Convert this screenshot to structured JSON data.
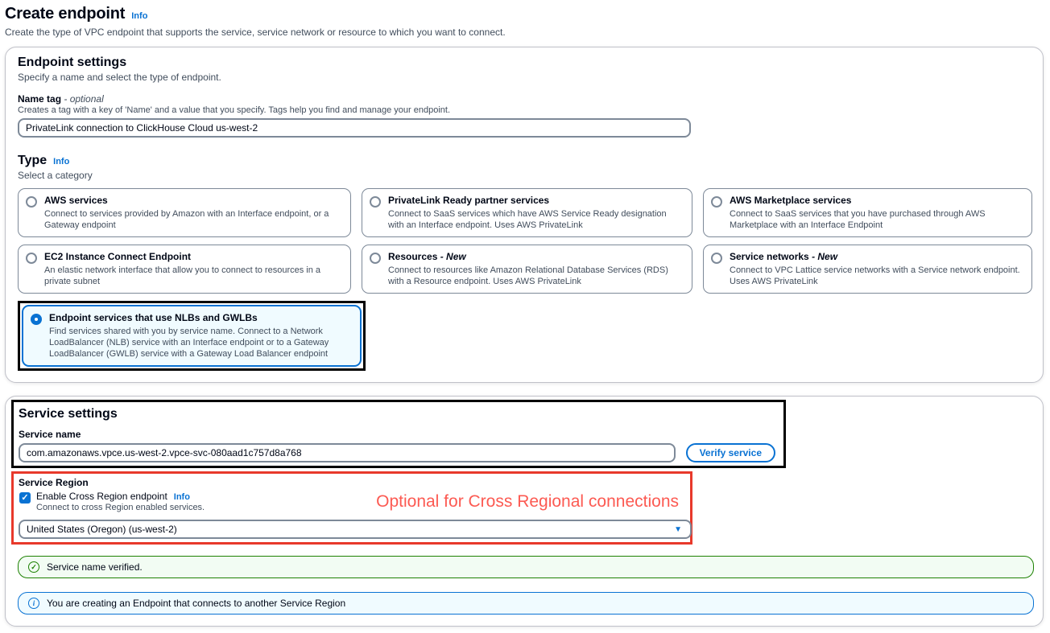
{
  "page": {
    "title": "Create endpoint",
    "title_info": "Info",
    "subtitle": "Create the type of VPC endpoint that supports the service, service network or resource to which you want to connect."
  },
  "endpoint_settings": {
    "heading": "Endpoint settings",
    "description": "Specify a name and select the type of endpoint.",
    "name_tag": {
      "label": "Name tag",
      "optional_suffix": "- optional",
      "description": "Creates a tag with a key of 'Name' and a value that you specify. Tags help you find and manage your endpoint.",
      "value": "PrivateLink connection to ClickHouse Cloud us-west-2"
    },
    "type": {
      "label": "Type",
      "info": "Info",
      "description": "Select a category",
      "options": [
        {
          "title": "AWS services",
          "suffix": "",
          "description": "Connect to services provided by Amazon with an Interface endpoint, or a Gateway endpoint",
          "selected": false
        },
        {
          "title": "PrivateLink Ready partner services",
          "suffix": "",
          "description": "Connect to SaaS services which have AWS Service Ready designation with an Interface endpoint. Uses AWS PrivateLink",
          "selected": false
        },
        {
          "title": "AWS Marketplace services",
          "suffix": "",
          "description": "Connect to SaaS services that you have purchased through AWS Marketplace with an Interface Endpoint",
          "selected": false
        },
        {
          "title": "EC2 Instance Connect Endpoint",
          "suffix": "",
          "description": "An elastic network interface that allow you to connect to resources in a private subnet",
          "selected": false
        },
        {
          "title": "Resources",
          "suffix": "- New",
          "description": "Connect to resources like Amazon Relational Database Services (RDS) with a Resource endpoint. Uses AWS PrivateLink",
          "selected": false
        },
        {
          "title": "Service networks",
          "suffix": "- New",
          "description": "Connect to VPC Lattice service networks with a Service network endpoint. Uses AWS PrivateLink",
          "selected": false
        },
        {
          "title": "Endpoint services that use NLBs and GWLBs",
          "suffix": "",
          "description": "Find services shared with you by service name. Connect to a Network LoadBalancer (NLB) service with an Interface endpoint or to a Gateway LoadBalancer (GWLB) service with a Gateway Load Balancer endpoint",
          "selected": true
        }
      ]
    }
  },
  "service_settings": {
    "heading": "Service settings",
    "service_name": {
      "label": "Service name",
      "value": "com.amazonaws.vpce.us-west-2.vpce-svc-080aad1c757d8a768",
      "verify_button": "Verify service"
    },
    "service_region": {
      "label": "Service Region",
      "checkbox_label": "Enable Cross Region endpoint",
      "info": "Info",
      "checkbox_checked": true,
      "checkbox_description": "Connect to cross Region enabled services.",
      "region_value": "United States (Oregon) (us-west-2)",
      "caret_icon": "▼"
    },
    "annotation_text": "Optional for Cross Regional connections",
    "alerts": {
      "success_text": "Service name verified.",
      "success_icon": "✓",
      "info_text": "You are creating an Endpoint that connects to another Service Region",
      "info_icon": "i"
    },
    "checkbox_icon": "✓"
  },
  "colors": {
    "accent_blue": "#0972d3",
    "success_green": "#1d8102",
    "success_bg": "#f2fcf3",
    "info_bg": "#f0fbff",
    "annotation_red_border": "#e8392b",
    "annotation_red_text": "#fc5a52",
    "annotation_black": "#000000",
    "selected_tile_bg": "#f0fbff",
    "input_border": "#7d8998",
    "panel_border": "#c0c1c9",
    "text_secondary": "#414d5c"
  }
}
